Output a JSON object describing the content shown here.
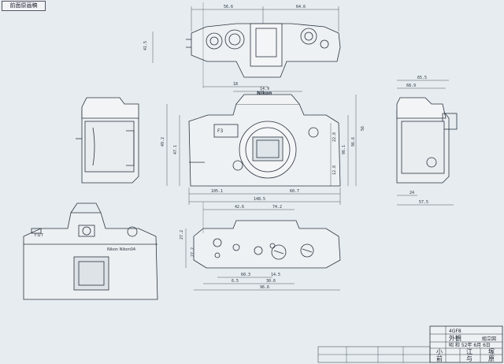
{
  "stamp": "前面原画稿",
  "labels": {
    "brand": "Nikon",
    "model_badge": "F3",
    "back_model": "F3/T",
    "back_text": "Nikon   Nikon04"
  },
  "top_view_dims": {
    "left": "56.6",
    "right": "64.6",
    "height": "41.5",
    "bottom": "18"
  },
  "front_view_dims": {
    "top": "14.9",
    "left_a": "47.1",
    "left_b": "49.2",
    "right_a": "96.1",
    "right_b": "96.6",
    "right_c": "56",
    "inner_a": "22.8",
    "inner_b": "12.8",
    "bottom_left": "105.1",
    "bottom_right": "60.7",
    "bottom_total": "148.5"
  },
  "side_view_dims": {
    "top_a": "65.5",
    "top_b": "68.9",
    "bottom_a": "24",
    "bottom_b": "57.5"
  },
  "bottom_view_dims": {
    "top_a": "42.6",
    "top_b": "74.2",
    "side_a": "27.2",
    "side_b": "27.2",
    "bottom_a": "60.3",
    "bottom_b": "14.5",
    "bottom_c": "6.5",
    "bottom_d": "30.6",
    "bottom_e": "96.6"
  },
  "title_block": {
    "code": "4GF8",
    "name": "外観",
    "type_label": "組立図",
    "date": "昭 和 52年 6月 6日",
    "cells": [
      "小",
      "前",
      "江",
      "与",
      "塚",
      "原"
    ]
  }
}
